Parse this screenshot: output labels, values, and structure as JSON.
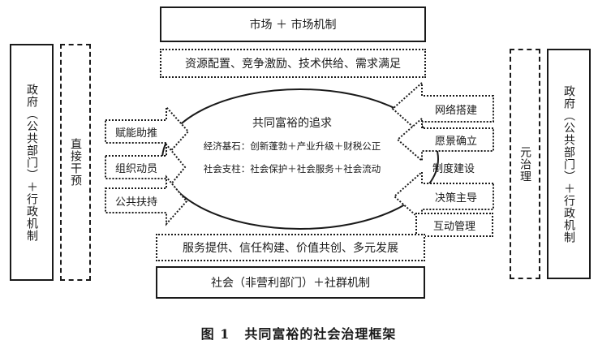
{
  "top": {
    "market_box": "市场 ＋ 市场机制",
    "market_functions": "资源配置、竞争激励、技术供给、需求满足"
  },
  "bottom": {
    "society_functions": "服务提供、信任构建、价值共创、多元发展",
    "society_box": "社会（非营利部门）＋社群机制"
  },
  "left": {
    "government_box": "政府（公共部门）＋行政机制",
    "direct_intervention": "直接干预",
    "arrows": [
      "赋能助推",
      "组织动员",
      "公共扶持"
    ]
  },
  "right": {
    "government_box": "政府（公共部门）＋行政机制",
    "meta_governance": "元治理",
    "arrows": [
      "网络搭建",
      "愿景确立",
      "制度建设",
      "决策主导",
      "互动管理"
    ]
  },
  "center": {
    "title": "共同富裕的追求",
    "economic_basis": "经济基石：创新蓬勃＋产业升级＋财税公正",
    "social_support": "社会支柱：社会保护＋社会服务＋社会流动"
  },
  "caption": {
    "label": "图 1",
    "title": "共同富裕的社会治理框架"
  }
}
